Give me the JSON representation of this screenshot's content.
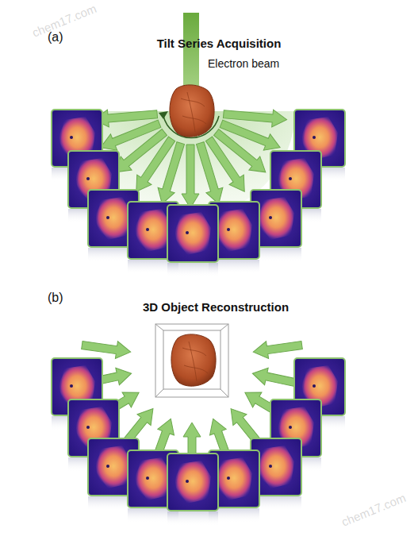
{
  "diagram": {
    "labels": [
      "(a)",
      "Tilt Series Acquisition",
      "Electron beam",
      "(b)",
      "3D Object Reconstruction",
      "chem17.com",
      "chem17.com"
    ]
  }
}
